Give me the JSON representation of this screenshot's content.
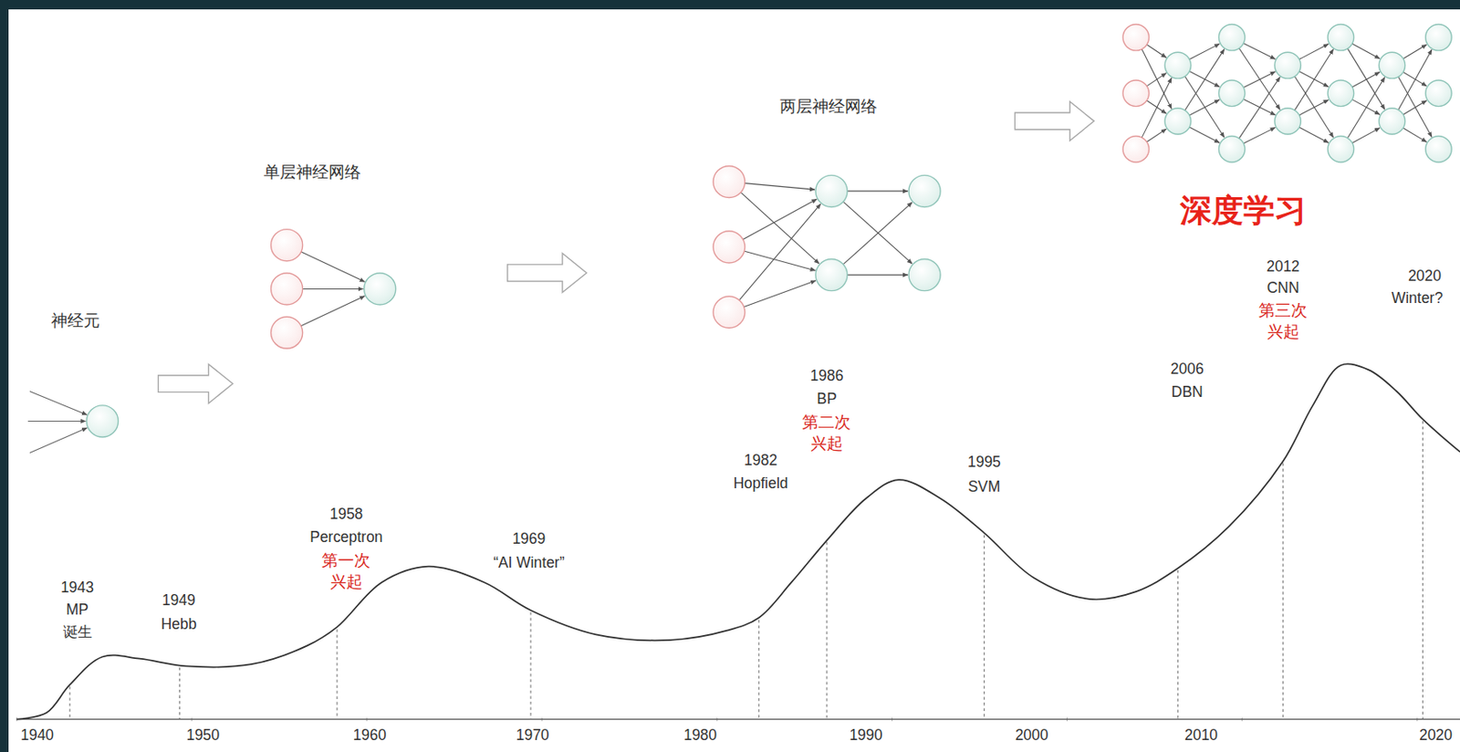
{
  "diagram": {
    "nodes": [
      {
        "text": [
          "神经元"
        ]
      },
      {
        "text": [
          "单层神经网络"
        ]
      },
      {
        "text": [
          "两层神经网络"
        ]
      },
      {
        "text": [
          "深度学习"
        ]
      }
    ],
    "edges": [
      {
        "from": 0,
        "to": 1,
        "arrow": "to"
      },
      {
        "from": 1,
        "to": 2,
        "arrow": "to"
      },
      {
        "from": 2,
        "to": 3,
        "arrow": "to"
      }
    ],
    "labels": [
      "1943",
      "MP",
      "诞生",
      "1949",
      "Hebb",
      "1958",
      "Perceptron",
      "第一次 兴起",
      "1969",
      "“AI Winter”",
      "1982",
      "Hopfield",
      "1986",
      "BP",
      "第二次 兴起",
      "1995",
      "SVM",
      "2006",
      "DBN",
      "2012",
      "CNN",
      "第三次 兴起",
      "2020",
      "Winter?",
      "1940",
      "1950",
      "1960",
      "1970",
      "1980",
      "1990",
      "2000",
      "2010",
      "2020"
    ]
  }
}
